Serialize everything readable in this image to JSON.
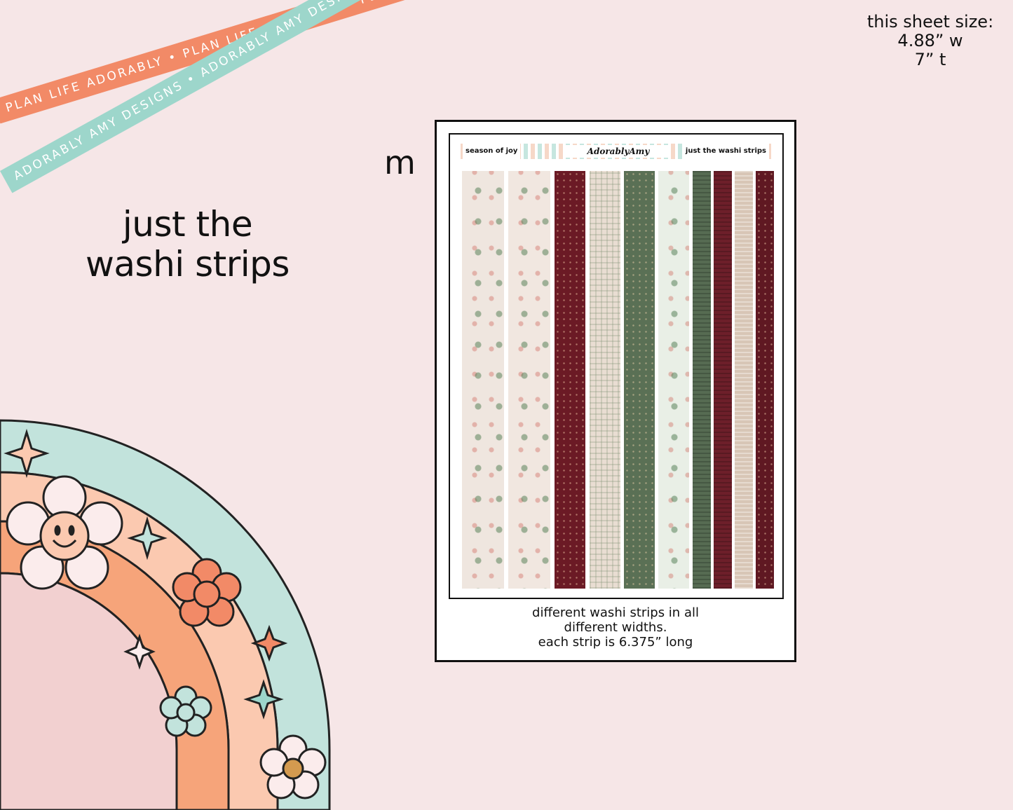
{
  "ribbons": {
    "orange": "PLAN LIFE ADORABLY • PLAN LIFE ADORABLY • PLAN LIFE ADORABLY",
    "teal": "ADORABLY AMY DESIGNS • ADORABLY AMY DESIGNS • ADORABLY AMY DESIGNS"
  },
  "sheet_size": {
    "heading": "this sheet size:",
    "width": "4.88” w",
    "height": "7” t"
  },
  "title": {
    "line1": "just the",
    "line2": "washi strips"
  },
  "size_letter": "m",
  "sheet": {
    "header_left": "season of joy",
    "brand": "AdorablyAmy",
    "header_right": "just the washi strips",
    "caption_line1": "different washi strips in all",
    "caption_line2": "different widths.",
    "caption_line3": "each strip is 6.375” long",
    "strip_colors": [
      "#efe6df",
      "#f1e7e0",
      "#6b1a25",
      "#e9ddd2",
      "#5a7055",
      "#e9efe6",
      "#566b52",
      "#6d1f2a",
      "#d8c6b6",
      "#5f1822"
    ]
  },
  "colors": {
    "background": "#f6e6e7",
    "orange": "#f28a67",
    "teal": "#9dd6cb",
    "peach": "#fbc9b0",
    "pink": "#f2d0d0"
  }
}
